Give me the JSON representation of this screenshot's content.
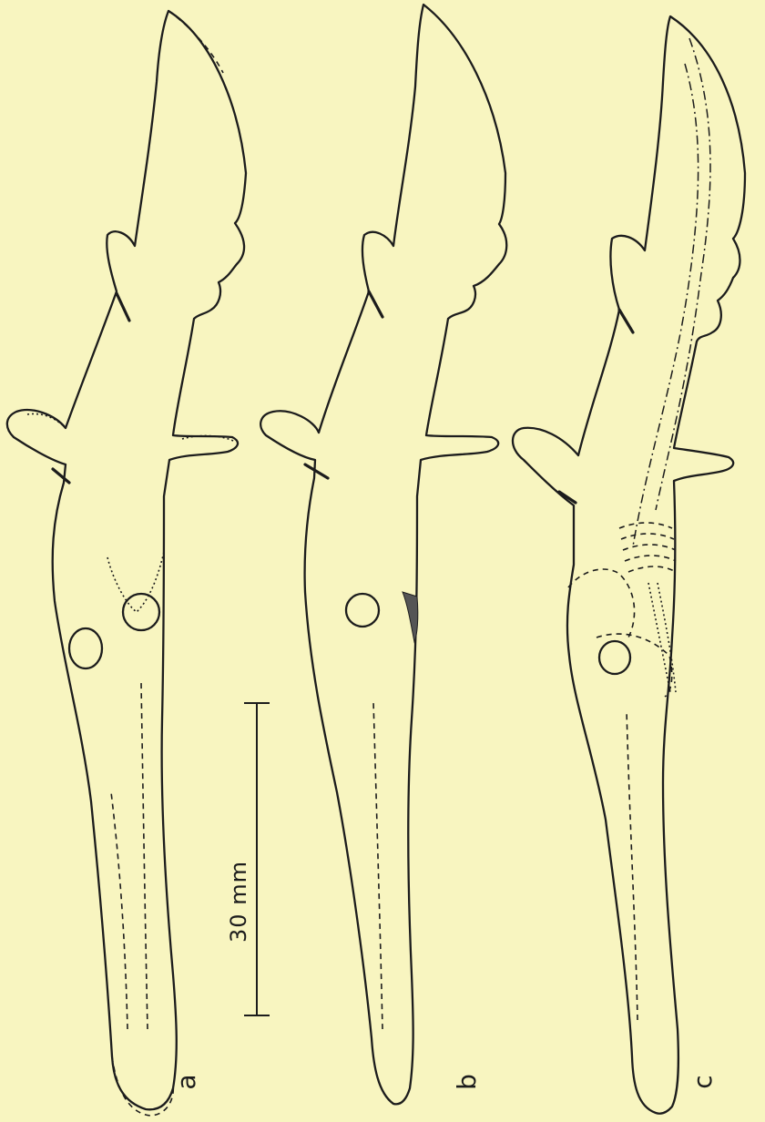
{
  "figure": {
    "panels": [
      {
        "label": "a"
      },
      {
        "label": "b"
      },
      {
        "label": "c"
      }
    ],
    "scale_bar": {
      "label": "30 mm"
    }
  },
  "colors": {
    "background": "#f8f5c0",
    "ink": "#1c1c1c"
  }
}
